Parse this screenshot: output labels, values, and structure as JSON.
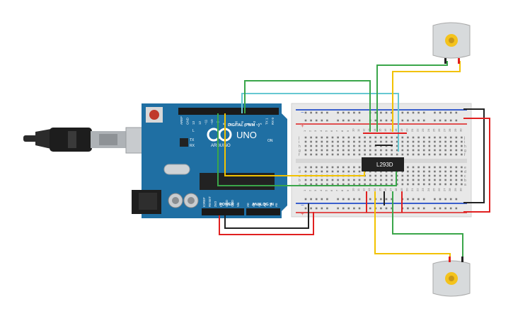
{
  "board": {
    "brand": "ARDUINO",
    "model": "UNO",
    "digital_label": "DIGITAL (PWM ~)",
    "power_label": "POWER",
    "analog_label": "ANALOG IN",
    "on_label": "ON",
    "l_label": "L",
    "tx_label": "TX",
    "rx_label": "RX",
    "digital_pins": [
      "AREF",
      "GND",
      "13",
      "12",
      "~11",
      "~10",
      "~9",
      "8",
      "7",
      "~6",
      "~5",
      "4",
      "~3",
      "2",
      "TX 1",
      "RX 0"
    ],
    "power_pins": [
      "IOREF",
      "RESET",
      "3V3",
      "5V",
      "GND",
      "GND",
      "Vin"
    ],
    "analog_pins": [
      "A0",
      "A1",
      "A2",
      "A3",
      "A4",
      "A5"
    ]
  },
  "chip": {
    "label": "L293D"
  },
  "breadboard": {
    "column_numbers": [
      "1",
      "2",
      "3",
      "4",
      "5",
      "6",
      "7",
      "8",
      "9",
      "10",
      "11",
      "12",
      "13",
      "14",
      "15",
      "16",
      "17",
      "18",
      "19",
      "20",
      "21",
      "22",
      "23",
      "24",
      "25",
      "26",
      "27",
      "28",
      "29",
      "30"
    ],
    "row_letters_top": [
      "j",
      "i",
      "h",
      "g",
      "f"
    ],
    "row_letters_bottom": [
      "e",
      "d",
      "c",
      "b",
      "a"
    ],
    "rail_minus": "−",
    "rail_plus": "+"
  },
  "colors": {
    "board_blue": "#1f6fa3",
    "wire_green": "#3aa64a",
    "wire_yellow": "#f2c200",
    "wire_cyan": "#66c8d2",
    "wire_red": "#e02020",
    "wire_black": "#222222",
    "rail_red": "#e05050",
    "rail_blue": "#3a5fcd",
    "motor_gear": "#f4c31c"
  },
  "icons": {
    "motor": "dc-motor-icon",
    "usb": "usb-cable-icon",
    "reset": "reset-button-icon"
  }
}
